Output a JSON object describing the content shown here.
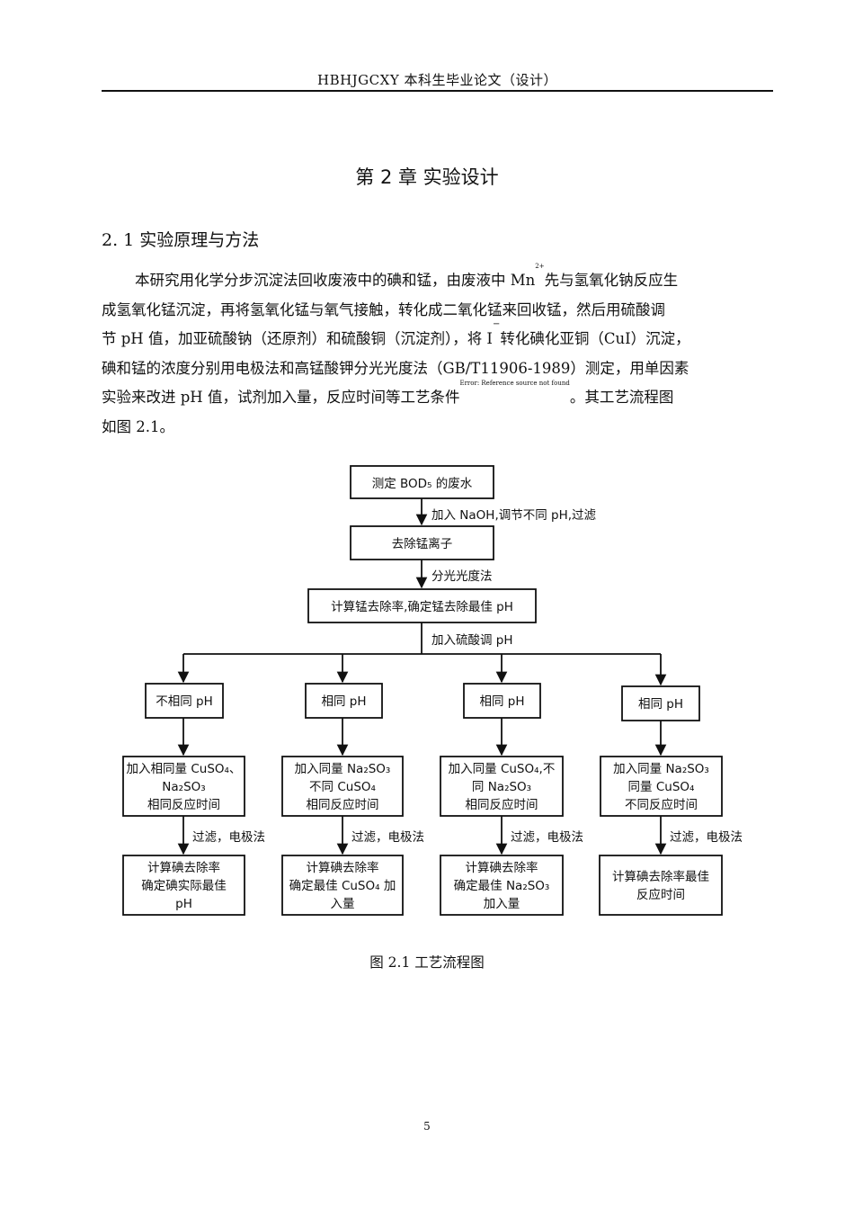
{
  "header": {
    "text": "HBHJGCXY 本科生毕业论文（设计）"
  },
  "chapter_title": "第 2 章  实验设计",
  "section_title": "2. 1 实验原理与方法",
  "paragraph": {
    "l1a": "本研究用化学分步沉淀法回收废液中的碘和锰，由废液中 Mn",
    "l1sup": "2+",
    "l1b": "先与氢氧化钠反应生",
    "l2": "成氢氧化锰沉淀，再将氢氧化锰与氧气接触，转化成二氧化锰来回收锰，然后用硫酸调",
    "l3a": "节 pH 值，加亚硫酸钠（还原剂）和硫酸铜（沉淀剂），将 I",
    "l3sup": "−",
    "l3b": "转化碘化亚铜（CuI）沉淀，",
    "l4": "碘和锰的浓度分别用电极法和高锰酸钾分光光度法（GB/T11906-1989）测定，用单因素",
    "l5a": "实验来改进 pH 值，试剂加入量，反应时间等工艺条件",
    "l5sup": "Error: Reference source not found",
    "l5b": "。其工艺流程图",
    "l6": "如图 2.1。"
  },
  "flowchart": {
    "top_box": "测定 BOD₅ 的废水",
    "step1_label": "加入 NaOH,调节不同 pH,过滤",
    "box2": "去除锰离子",
    "step2_label": "分光光度法",
    "box3": "计算锰去除率,确定锰去除最佳 pH",
    "step3_label": "加入硫酸调 pH",
    "branches": [
      {
        "ph": "不相同 pH",
        "condition": [
          "加入相同量 CuSO₄、",
          "Na₂SO₃",
          "相同反应时间"
        ],
        "method": "过滤，电极法",
        "result": [
          "计算碘去除率",
          "确定碘实际最佳",
          "pH"
        ]
      },
      {
        "ph": "相同 pH",
        "condition": [
          "加入同量 Na₂SO₃",
          "不同 CuSO₄",
          "相同反应时间"
        ],
        "method": "过滤，电极法",
        "result": [
          "计算碘去除率",
          "确定最佳 CuSO₄ 加",
          "入量"
        ]
      },
      {
        "ph": "相同 pH",
        "condition": [
          "加入同量 CuSO₄,不",
          "同 Na₂SO₃",
          "相同反应时间"
        ],
        "method": "过滤，电极法",
        "result": [
          "计算碘去除率",
          "确定最佳 Na₂SO₃",
          "加入量"
        ]
      },
      {
        "ph": "相同 pH",
        "condition": [
          "加入同量 Na₂SO₃",
          "同量 CuSO₄",
          "不同反应时间"
        ],
        "method": "过滤，电极法",
        "result": [
          "计算碘去除率最佳",
          "反应时间"
        ]
      }
    ]
  },
  "caption": "图 2.1  工艺流程图",
  "page_number": "5"
}
